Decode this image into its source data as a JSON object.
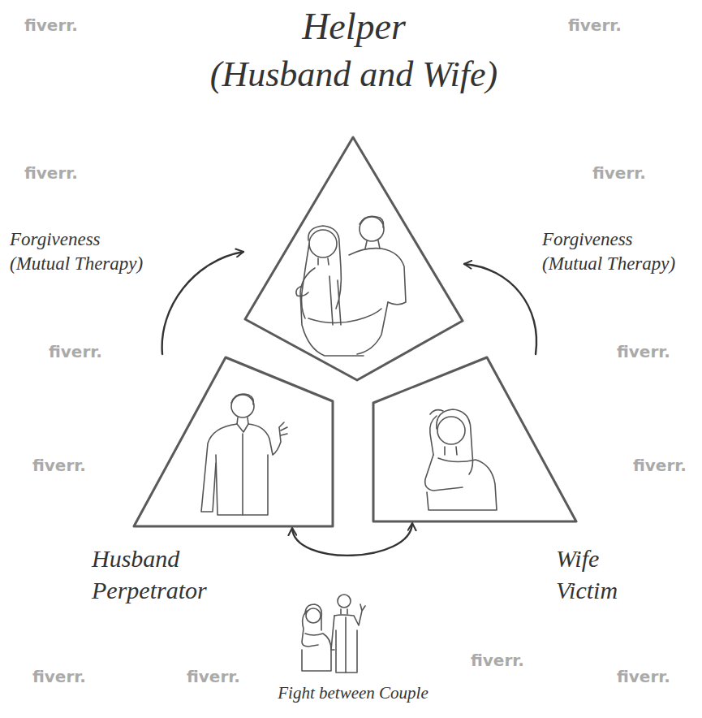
{
  "diagram": {
    "nodes": [
      {
        "text": [
          "Helper",
          "(Husband and Wife)"
        ]
      },
      {
        "text": [
          "Husband Perpetrator"
        ]
      },
      {
        "text": [
          "Wife Victim"
        ]
      }
    ],
    "edges": [
      {
        "from": 1,
        "to": 0,
        "arrow": "to",
        "label": "Forgiveness (Mutual Therapy)"
      },
      {
        "from": 2,
        "to": 0,
        "arrow": "to",
        "label": "Forgiveness (Mutual Therapy)"
      },
      {
        "from": 1,
        "to": 2,
        "arrow": "both"
      }
    ],
    "labels": [
      "Fight between Couple",
      "fiverr.",
      "fiverr.",
      "fiverr.",
      "fiverr.",
      "fiverr.",
      "fiverr.",
      "fiverr.",
      "fiverr.",
      "fiverr.",
      "fiverr.",
      "fiverr.",
      "fiverr."
    ]
  }
}
